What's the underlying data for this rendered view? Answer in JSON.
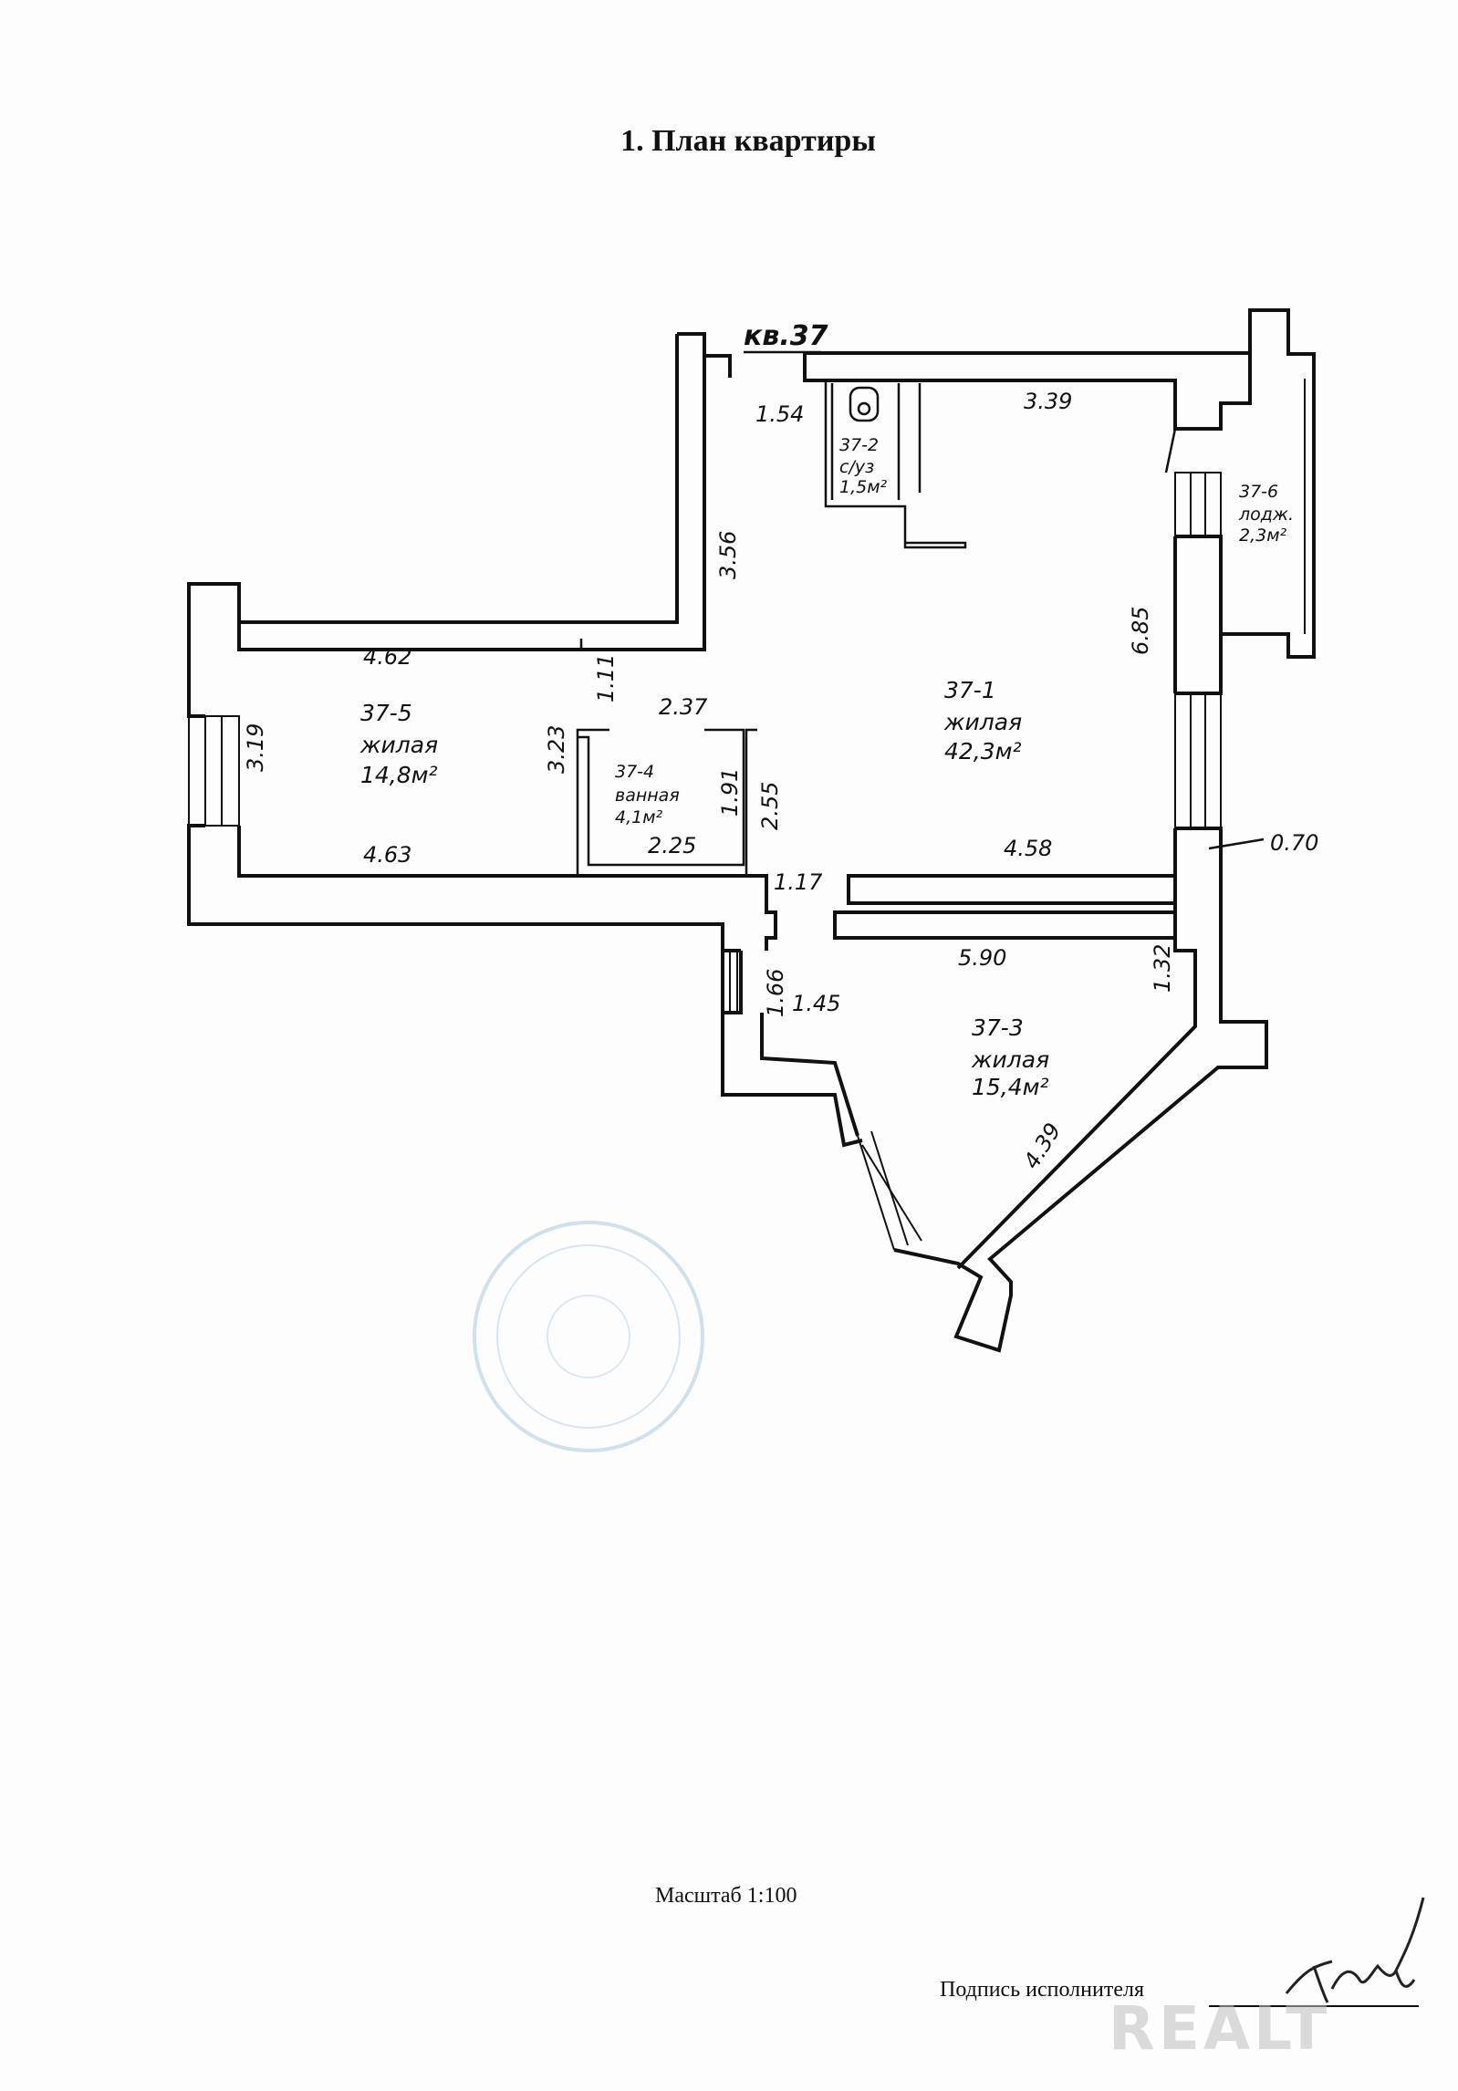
{
  "document": {
    "title": "1. План квартиры",
    "apartment_label": "кв.37",
    "scale": "Масштаб 1:100",
    "signature_label": "Подпись исполнителя",
    "watermark": "REALT"
  },
  "rooms": [
    {
      "id": "37-1",
      "type": "жилая",
      "area": "42,3м²"
    },
    {
      "id": "37-2",
      "type": "с/уз",
      "area": "1,5м²"
    },
    {
      "id": "37-3",
      "type": "жилая",
      "area": "15,4м²"
    },
    {
      "id": "37-4",
      "type": "ванная",
      "area": "4,1м²"
    },
    {
      "id": "37-5",
      "type": "жилая",
      "area": "14,8м²"
    },
    {
      "id": "37-6",
      "type": "лодж.",
      "area": "2,3м²"
    }
  ],
  "dimensions": {
    "d154": "1.54",
    "d339": "3.39",
    "d356": "3.56",
    "d685": "6.85",
    "d462": "4.62",
    "d111": "1.11",
    "d237": "2.37",
    "d319": "3.19",
    "d323": "3.23",
    "d191": "1.91",
    "d255": "2.55",
    "d225": "2.25",
    "d463": "4.63",
    "d458": "4.58",
    "d070": "0.70",
    "d117": "1.17",
    "d590": "5.90",
    "d166": "1.66",
    "d145": "1.45",
    "d132": "1.32",
    "d439": "4.39"
  }
}
